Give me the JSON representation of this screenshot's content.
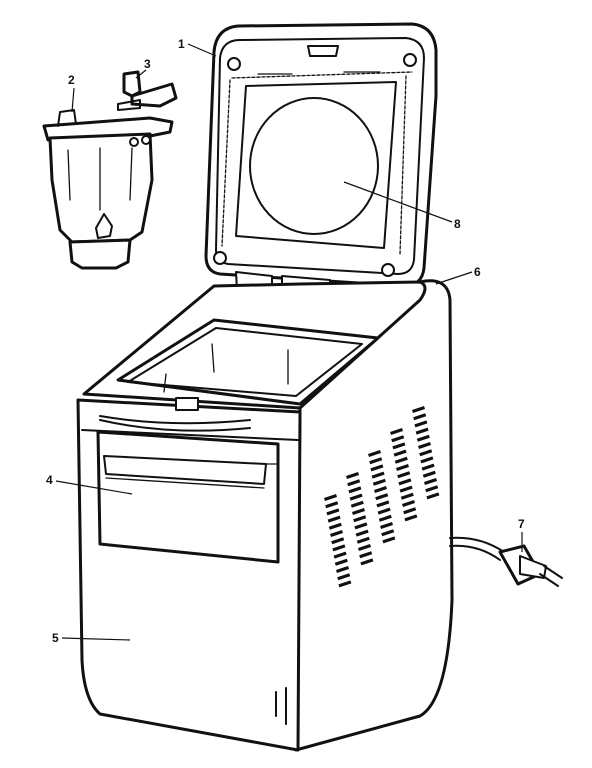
{
  "callouts": {
    "c1": "1",
    "c2": "2",
    "c3": "3",
    "c4": "4",
    "c5": "5",
    "c6": "6",
    "c7": "7",
    "c8": "8"
  },
  "colors": {
    "ink": "#111111",
    "paper": "#ffffff"
  }
}
